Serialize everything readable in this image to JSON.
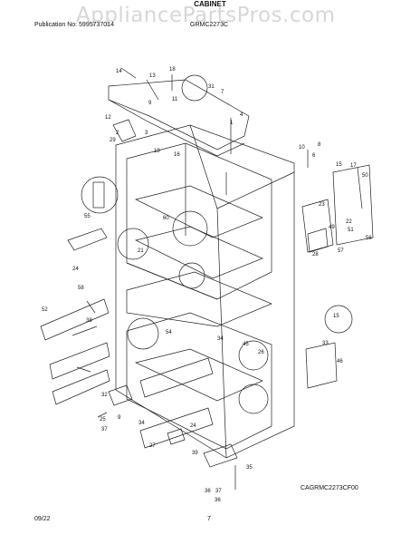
{
  "header": {
    "publication": "Publication No: 5995737014",
    "model_code": "GRMC2273C",
    "section_title": "CABINET"
  },
  "watermark": "AppliancePartsPros.com",
  "figure_id": "CAGRMC2273CF00",
  "footer": {
    "date": "09/22",
    "page": "7"
  },
  "callouts": [
    "14",
    "13",
    "18",
    "7",
    "11",
    "31",
    "9",
    "4",
    "1",
    "12",
    "2",
    "29",
    "3",
    "16",
    "19",
    "8",
    "10",
    "6",
    "15",
    "17",
    "50",
    "55",
    "60",
    "23",
    "22",
    "51",
    "49",
    "56",
    "57",
    "58",
    "52",
    "24",
    "38",
    "21",
    "28",
    "15",
    "54",
    "45",
    "33",
    "26",
    "46",
    "34",
    "32",
    "9",
    "25",
    "37",
    "36",
    "35",
    "34",
    "24",
    "39",
    "37",
    "36",
    "27"
  ]
}
